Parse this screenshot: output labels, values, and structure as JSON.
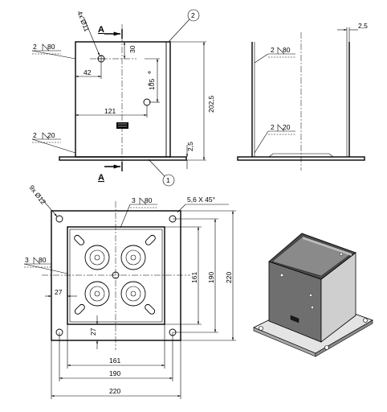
{
  "section_marker": {
    "letter": "A"
  },
  "balloons": {
    "one": "1",
    "two": "2"
  },
  "front_view": {
    "hole_spec": "4x Ø11",
    "weld_top_left": "2",
    "weld_top_left_size": "80",
    "weld_bottom_left": "2",
    "weld_bottom_left_size": "20",
    "dim_30": "30",
    "dim_42": "42",
    "dim_105": "105",
    "dim_121": "121",
    "dim_202_5": "202,5",
    "dim_2_5": "2,5"
  },
  "side_view": {
    "dim_2_5": "2,5",
    "weld_top": "2",
    "weld_top_size": "80",
    "weld_bottom": "2",
    "weld_bottom_size": "20"
  },
  "top_view": {
    "hole_spec": "9x Ø12",
    "weld_top": "3",
    "weld_top_size": "80",
    "weld_left": "3",
    "weld_left_size": "80",
    "chamfer": "5,6 X 45°",
    "dim_27_h": "27",
    "dim_27_v": "27",
    "dim_161_v": "161",
    "dim_190_v": "190",
    "dim_220_v": "220",
    "dim_161_h": "161",
    "dim_190_h": "190",
    "dim_220_h": "220"
  },
  "iso_view": {}
}
